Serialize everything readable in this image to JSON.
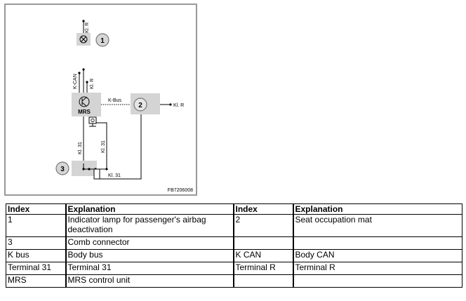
{
  "diagram": {
    "callouts": [
      "1",
      "2",
      "3"
    ],
    "control_unit_label": "MRS",
    "labels": {
      "kl_r_top": "Kl. R",
      "kl_r_mid": "Kl. R",
      "k_can": "K-CAN",
      "k_bus": "K-Bus",
      "kl_r_right": "Kl. R",
      "kl_31_left": "Kl. 31",
      "kl_31_right": "Kl. 31",
      "kl_31_bottom": "Kl. 31"
    },
    "figure_code": "FB7206008"
  },
  "legend": {
    "headers": [
      "Index",
      "Explanation",
      "Index",
      "Explanation"
    ],
    "rows": [
      [
        "1",
        "Indicator lamp for passenger's airbag deactivation",
        "2",
        "Seat occupation mat"
      ],
      [
        "3",
        "Comb connector",
        "",
        ""
      ],
      [
        "K bus",
        "Body bus",
        "K CAN",
        "Body CAN"
      ],
      [
        "Terminal 31",
        "Terminal 31",
        "Terminal R",
        "Terminal R"
      ],
      [
        "MRS",
        "MRS control unit",
        "",
        ""
      ]
    ]
  }
}
